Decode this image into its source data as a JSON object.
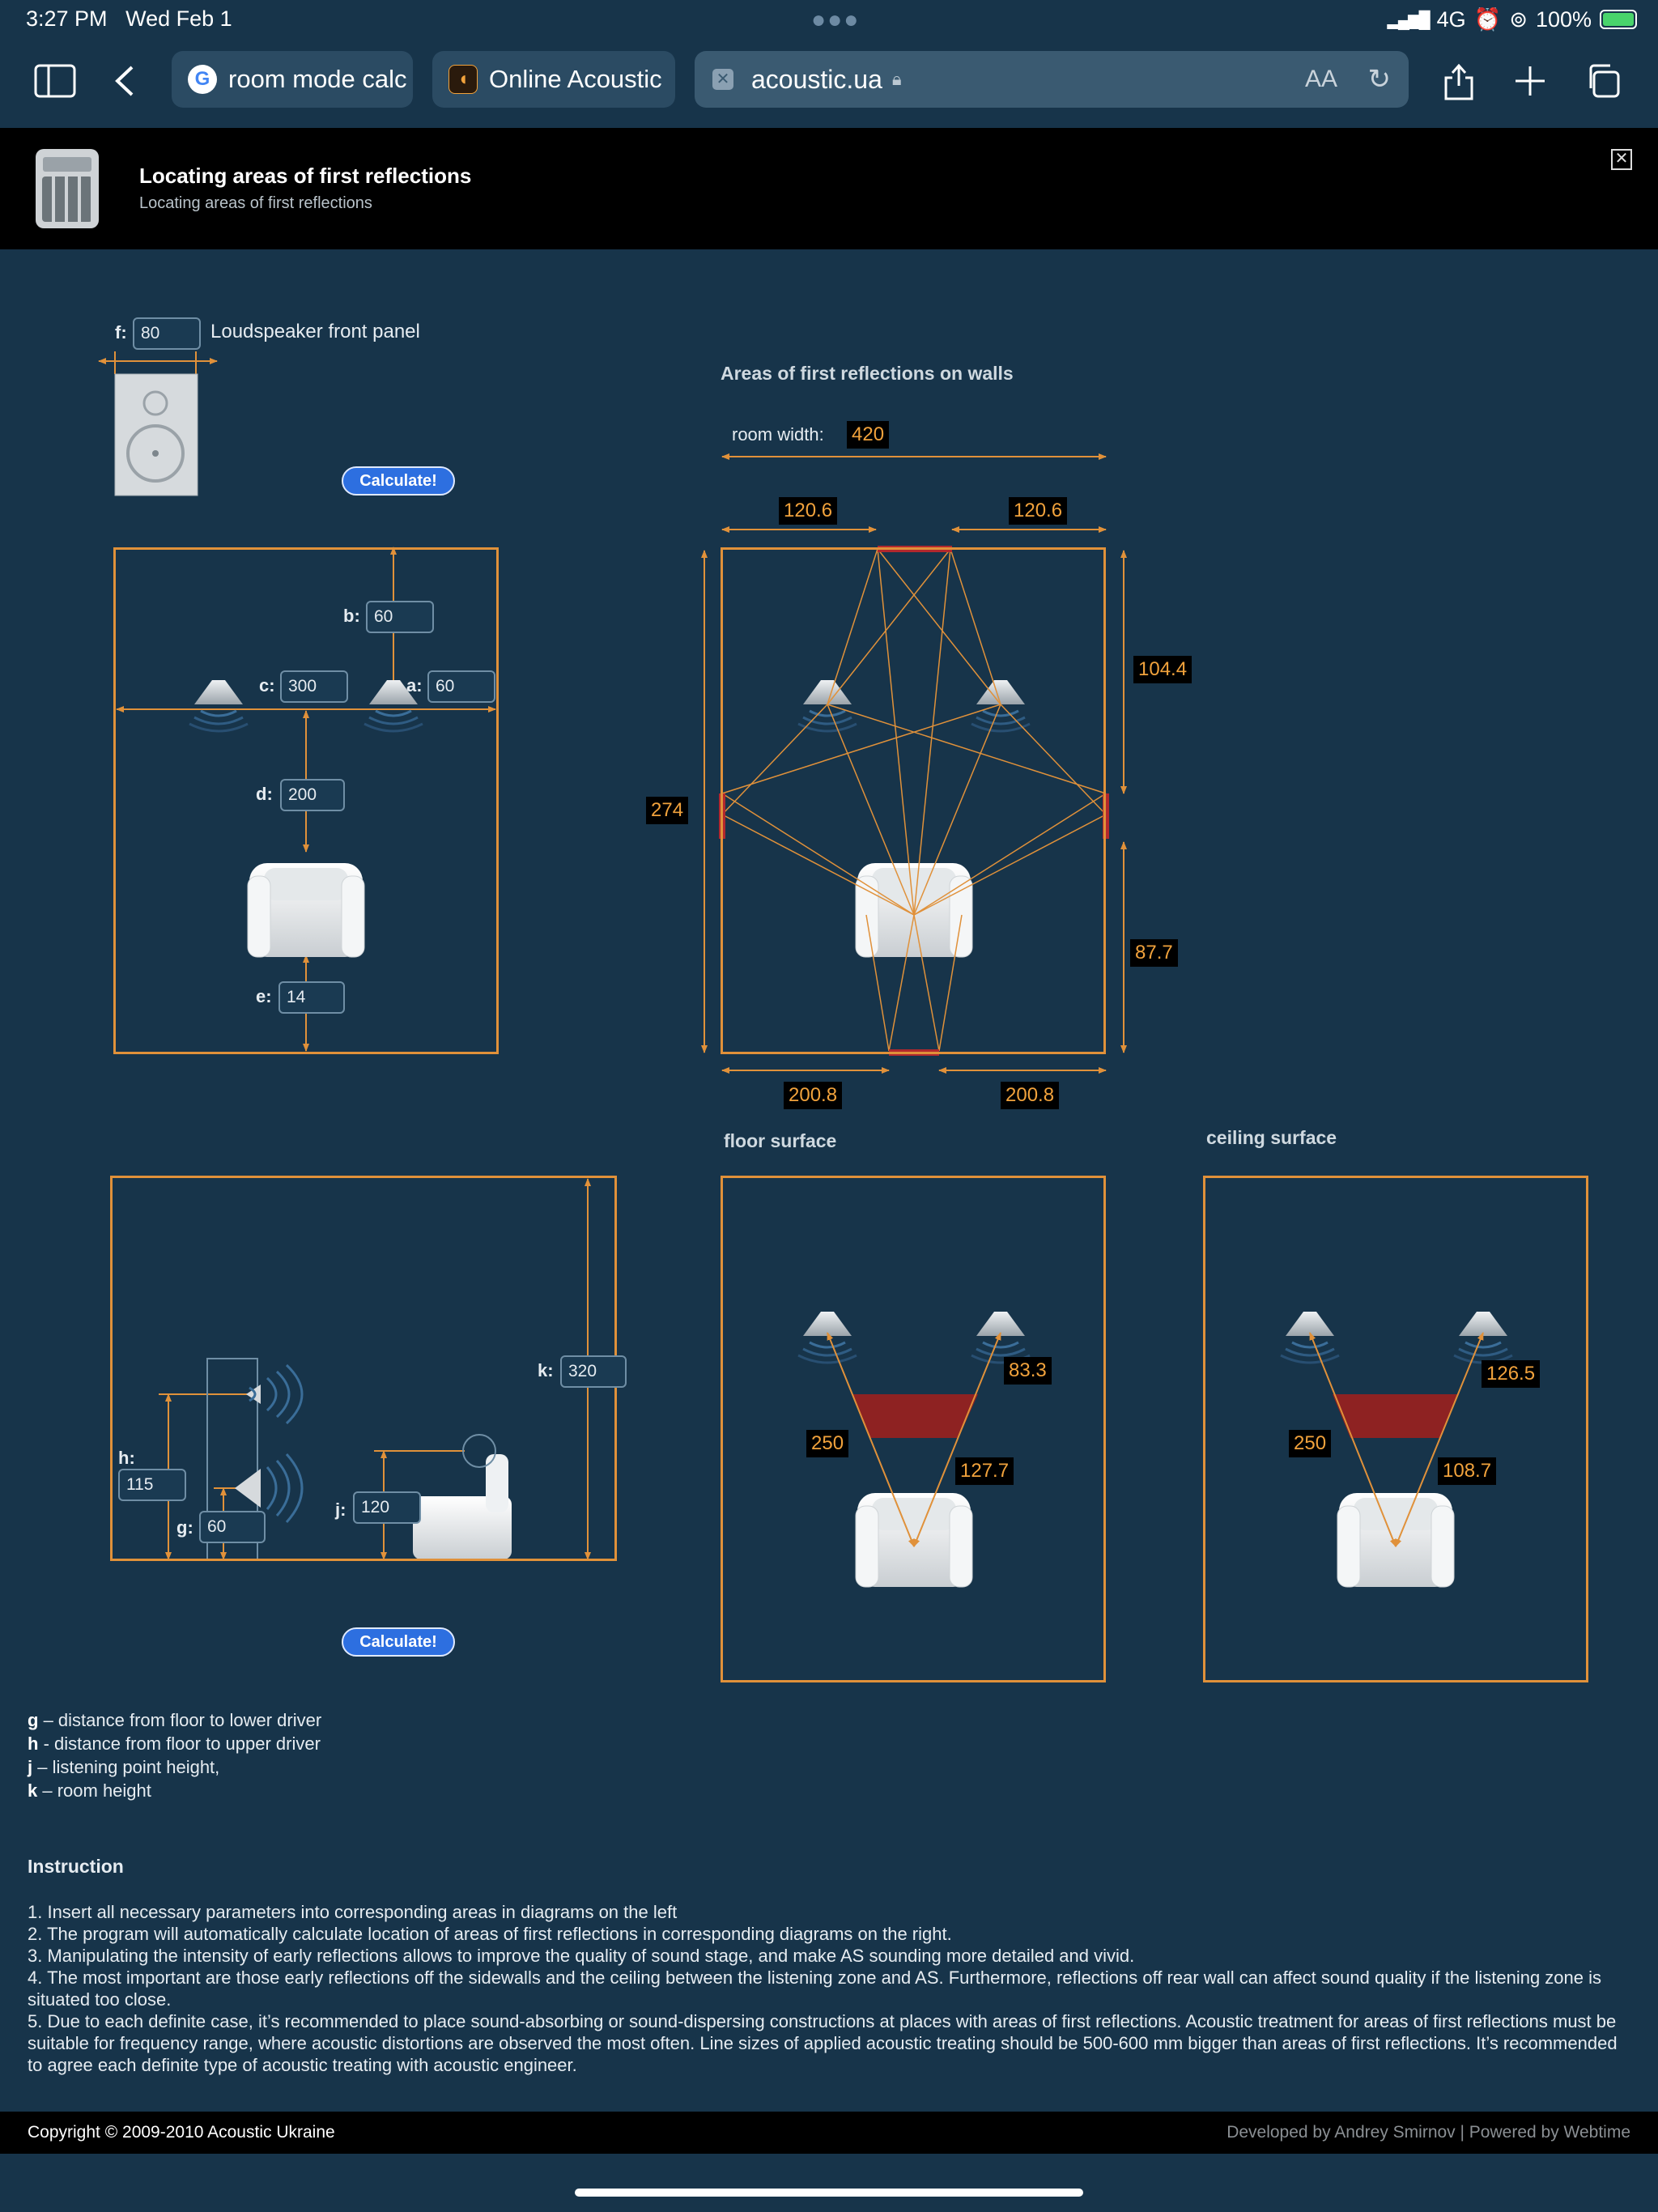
{
  "status": {
    "time": "3:27 PM",
    "date": "Wed Feb 1",
    "network": "4G",
    "battery": "100%"
  },
  "browser": {
    "tabs": [
      {
        "label": "room mode calc",
        "icon": "google-icon"
      },
      {
        "label": "Online Acoustic",
        "icon": "acoustic-ukraine-icon"
      }
    ],
    "address": "acoustic.ua",
    "text_size": "AA"
  },
  "banner": {
    "title": "Locating areas of first reflections",
    "subtitle": "Locating areas of first reflections"
  },
  "plan_input": {
    "f_label": "f:",
    "f_value": "80",
    "f_caption": "Loudspeaker front panel",
    "calculate": "Calculate!",
    "b_label": "b:",
    "b_value": "60",
    "c_label": "c:",
    "c_value": "300",
    "a_label": "a:",
    "a_value": "60",
    "d_label": "d:",
    "d_value": "200",
    "e_label": "e:",
    "e_value": "14"
  },
  "plan_output": {
    "title": "Areas of first reflections on walls",
    "room_width_label": "room width:",
    "room_width": "420",
    "front_left": "120.6",
    "front_right": "120.6",
    "room_length": "274",
    "right_upper": "104.4",
    "right_lower": "87.7",
    "rear_left": "200.8",
    "rear_right": "200.8"
  },
  "side_input": {
    "k_label": "k:",
    "k_value": "320",
    "h_label": "h:",
    "h_value": "115",
    "g_label": "g:",
    "g_value": "60",
    "j_label": "j:",
    "j_value": "120",
    "calculate": "Calculate!"
  },
  "floor": {
    "title": "floor surface",
    "left": "250",
    "upper": "83.3",
    "lower": "127.7"
  },
  "ceiling": {
    "title": "ceiling surface",
    "left": "250",
    "upper": "126.5",
    "lower": "108.7"
  },
  "legend": [
    {
      "key": "g",
      "text": " – distance from floor to lower driver"
    },
    {
      "key": "h",
      "text": " - distance from floor to upper driver"
    },
    {
      "key": "j",
      "text": " – listening point height,"
    },
    {
      "key": "k",
      "text": " – room height"
    }
  ],
  "instruction": {
    "title": "Instruction",
    "items": [
      "1. Insert all necessary parameters into corresponding areas in diagrams on the left",
      "2. The program will automatically calculate location of areas of first reflections in corresponding diagrams on the right.",
      "3. Manipulating the intensity of early reflections allows to improve the quality of sound stage, and make AS sounding more detailed and vivid.",
      "4. The most important are those early reflections off the sidewalls and the ceiling between the listening zone and AS. Furthermore, reflections off rear wall can affect sound quality if the listening zone is situated too close.",
      "5. Due to each definite case, it’s recommended to place sound-absorbing or sound-dispersing constructions at places with areas of first reflections. Acoustic treatment for areas of first reflections must be suitable for frequency range, where acoustic distortions are observed the most often. Line sizes of applied acoustic treating should be 500-600 mm bigger than areas of first reflections. It’s recommended to agree each definite type of acoustic treating with acoustic engineer."
    ]
  },
  "footer": {
    "copyright": "Copyright © 2009-2010 Acoustic Ukraine",
    "credits": "Developed by Andrey Smirnov | Powered by Webtime"
  },
  "colors": {
    "background": "#17344a",
    "accent": "#e0913a",
    "reflection": "#b3282d",
    "button": "#2d6fe0"
  }
}
